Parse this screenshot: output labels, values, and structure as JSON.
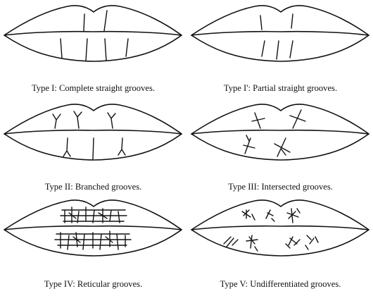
{
  "figure": {
    "panels": [
      {
        "id": "type-1",
        "caption": "Type I: Complete straight grooves."
      },
      {
        "id": "type-1-prime",
        "caption": "Type I': Partial straight grooves."
      },
      {
        "id": "type-2",
        "caption": "Type II: Branched grooves."
      },
      {
        "id": "type-3",
        "caption": "Type III: Intersected grooves."
      },
      {
        "id": "type-4",
        "caption": "Type IV: Reticular grooves."
      },
      {
        "id": "type-5",
        "caption": "Type V: Undifferentiated grooves."
      }
    ]
  }
}
